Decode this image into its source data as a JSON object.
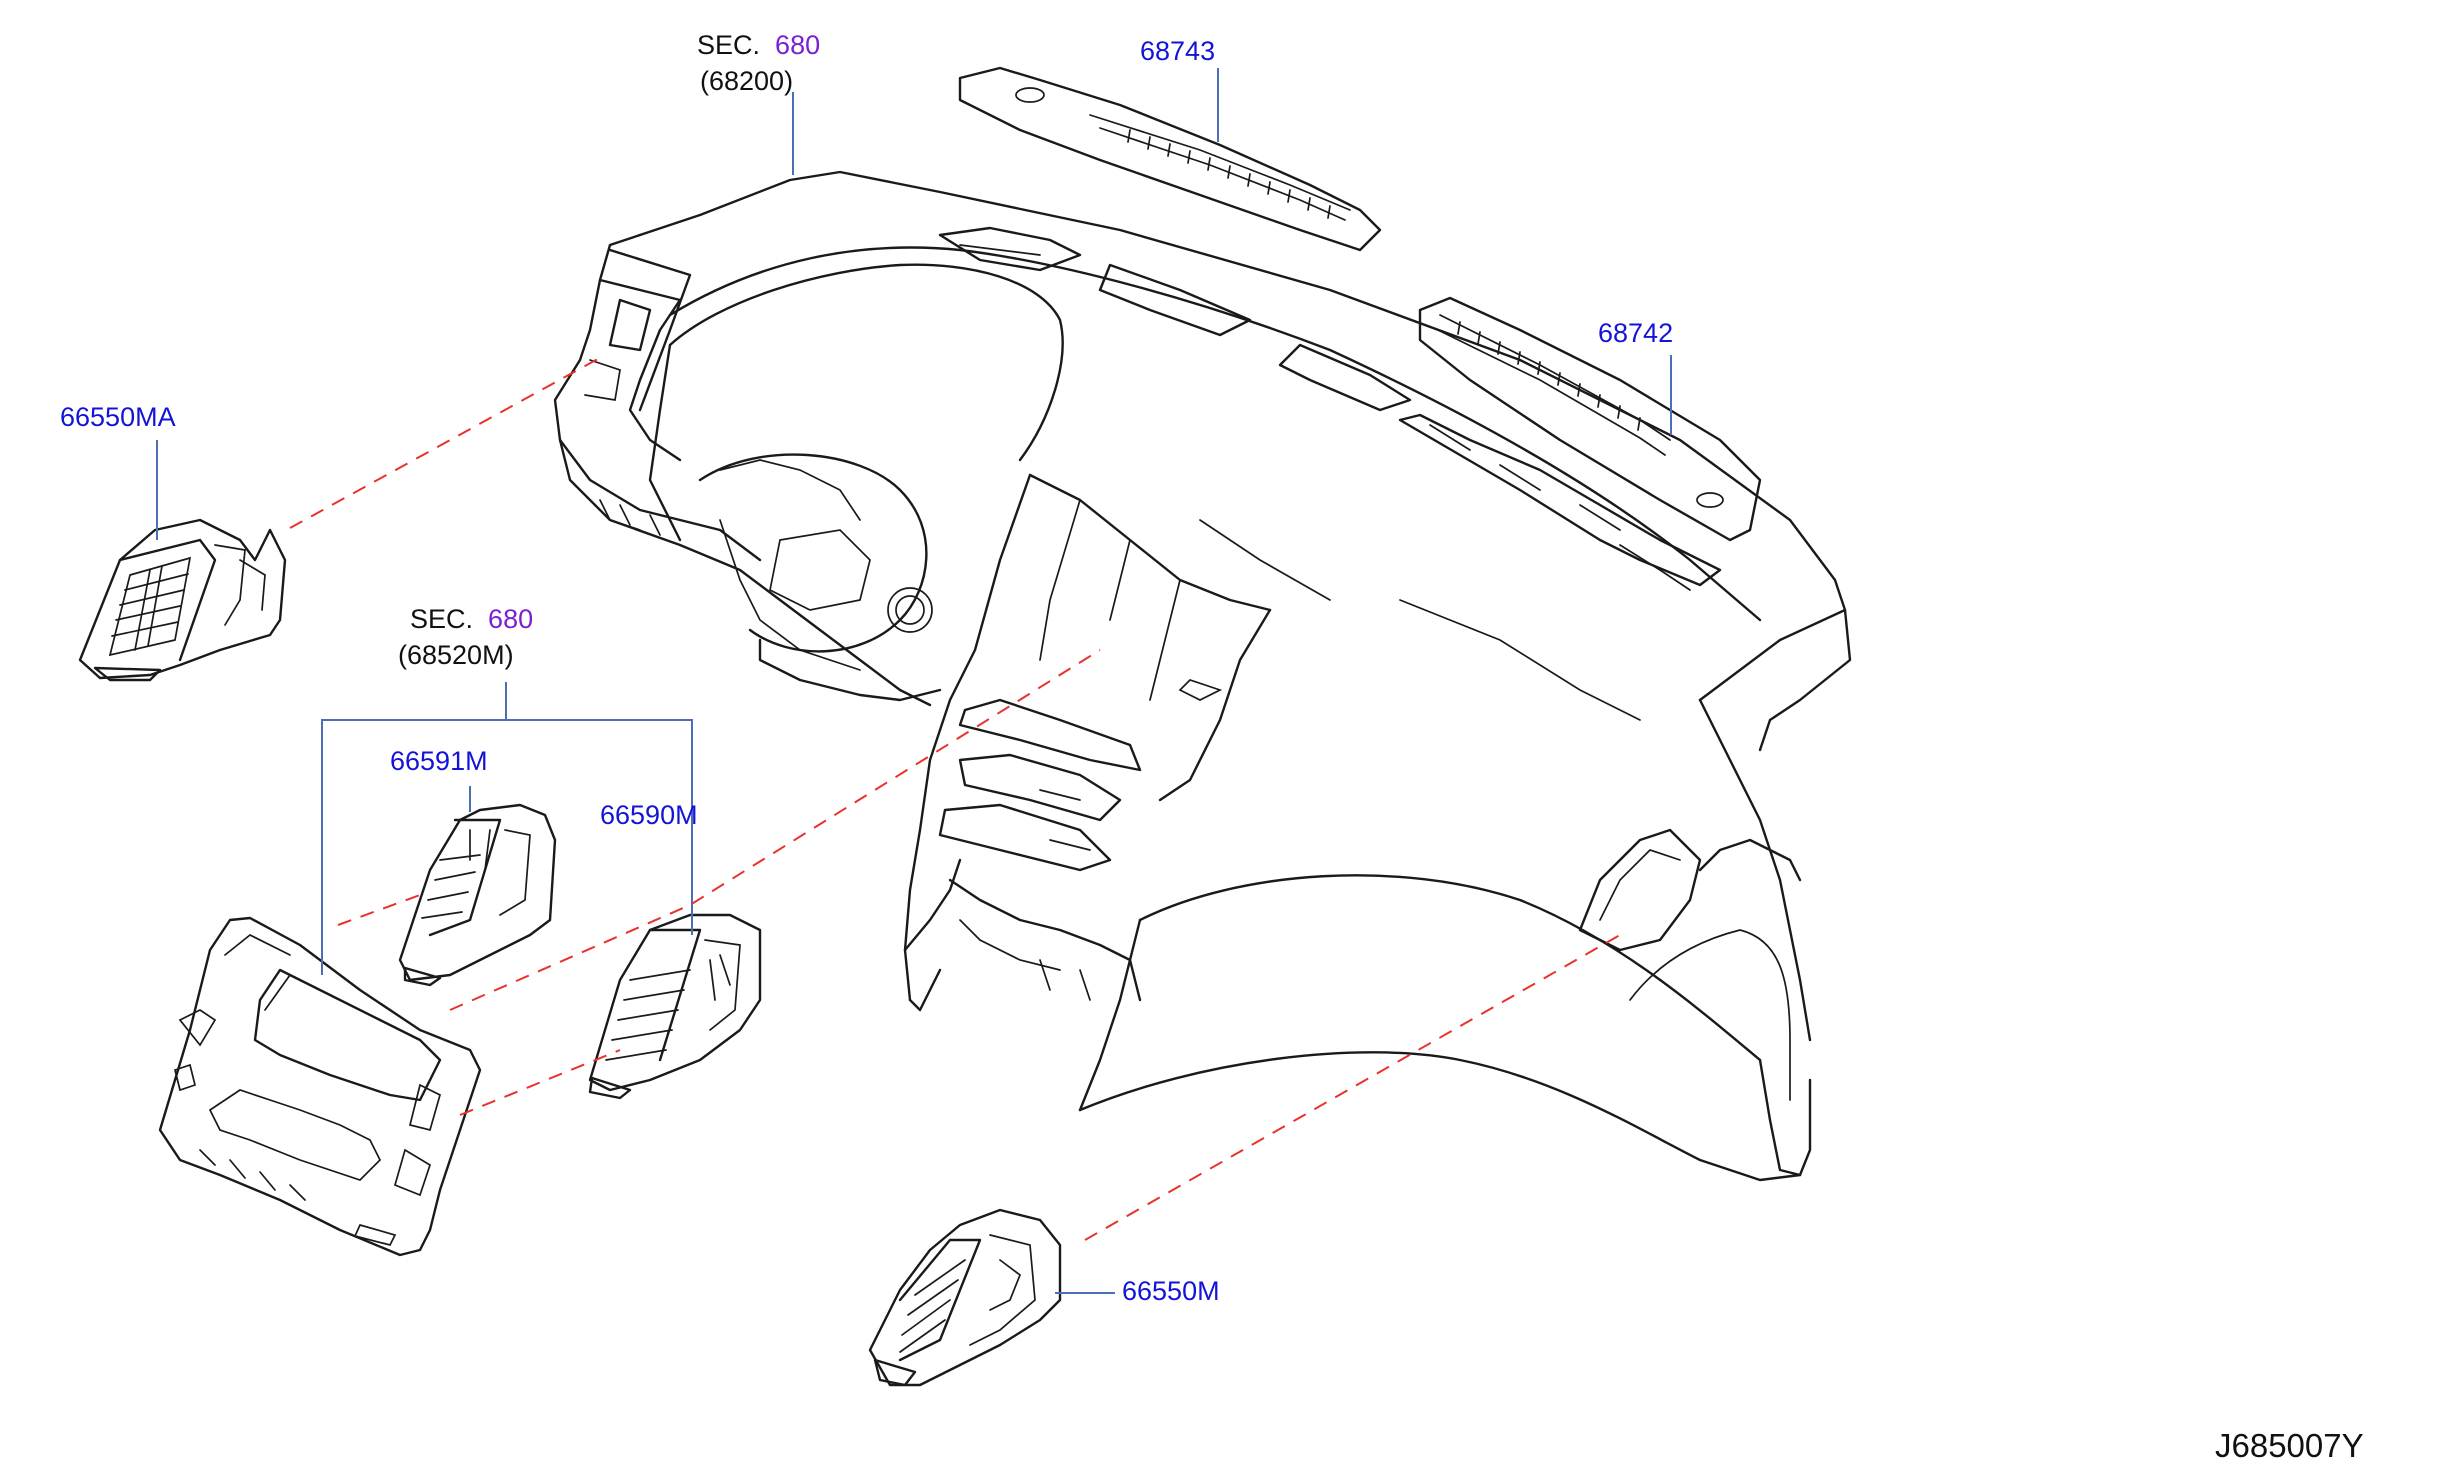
{
  "colors": {
    "part_number": "#1414d8",
    "section_number": "#7a1fd6",
    "section_text": "#111111",
    "leader_line": "#4a6fb5",
    "dashed_guide": "#e8322b",
    "line_art": "#1a1a1a"
  },
  "callouts": {
    "sec_top": {
      "prefix": "SEC.",
      "number": "680",
      "sub": "(68200)"
    },
    "sec_mid": {
      "prefix": "SEC.",
      "number": "680",
      "sub": "(68520M)"
    },
    "p68743": "68743",
    "p68742": "68742",
    "p66550MA": "66550MA",
    "p66591M": "66591M",
    "p66590M": "66590M",
    "p66550M": "66550M"
  },
  "drawing_code": "J685007Y"
}
